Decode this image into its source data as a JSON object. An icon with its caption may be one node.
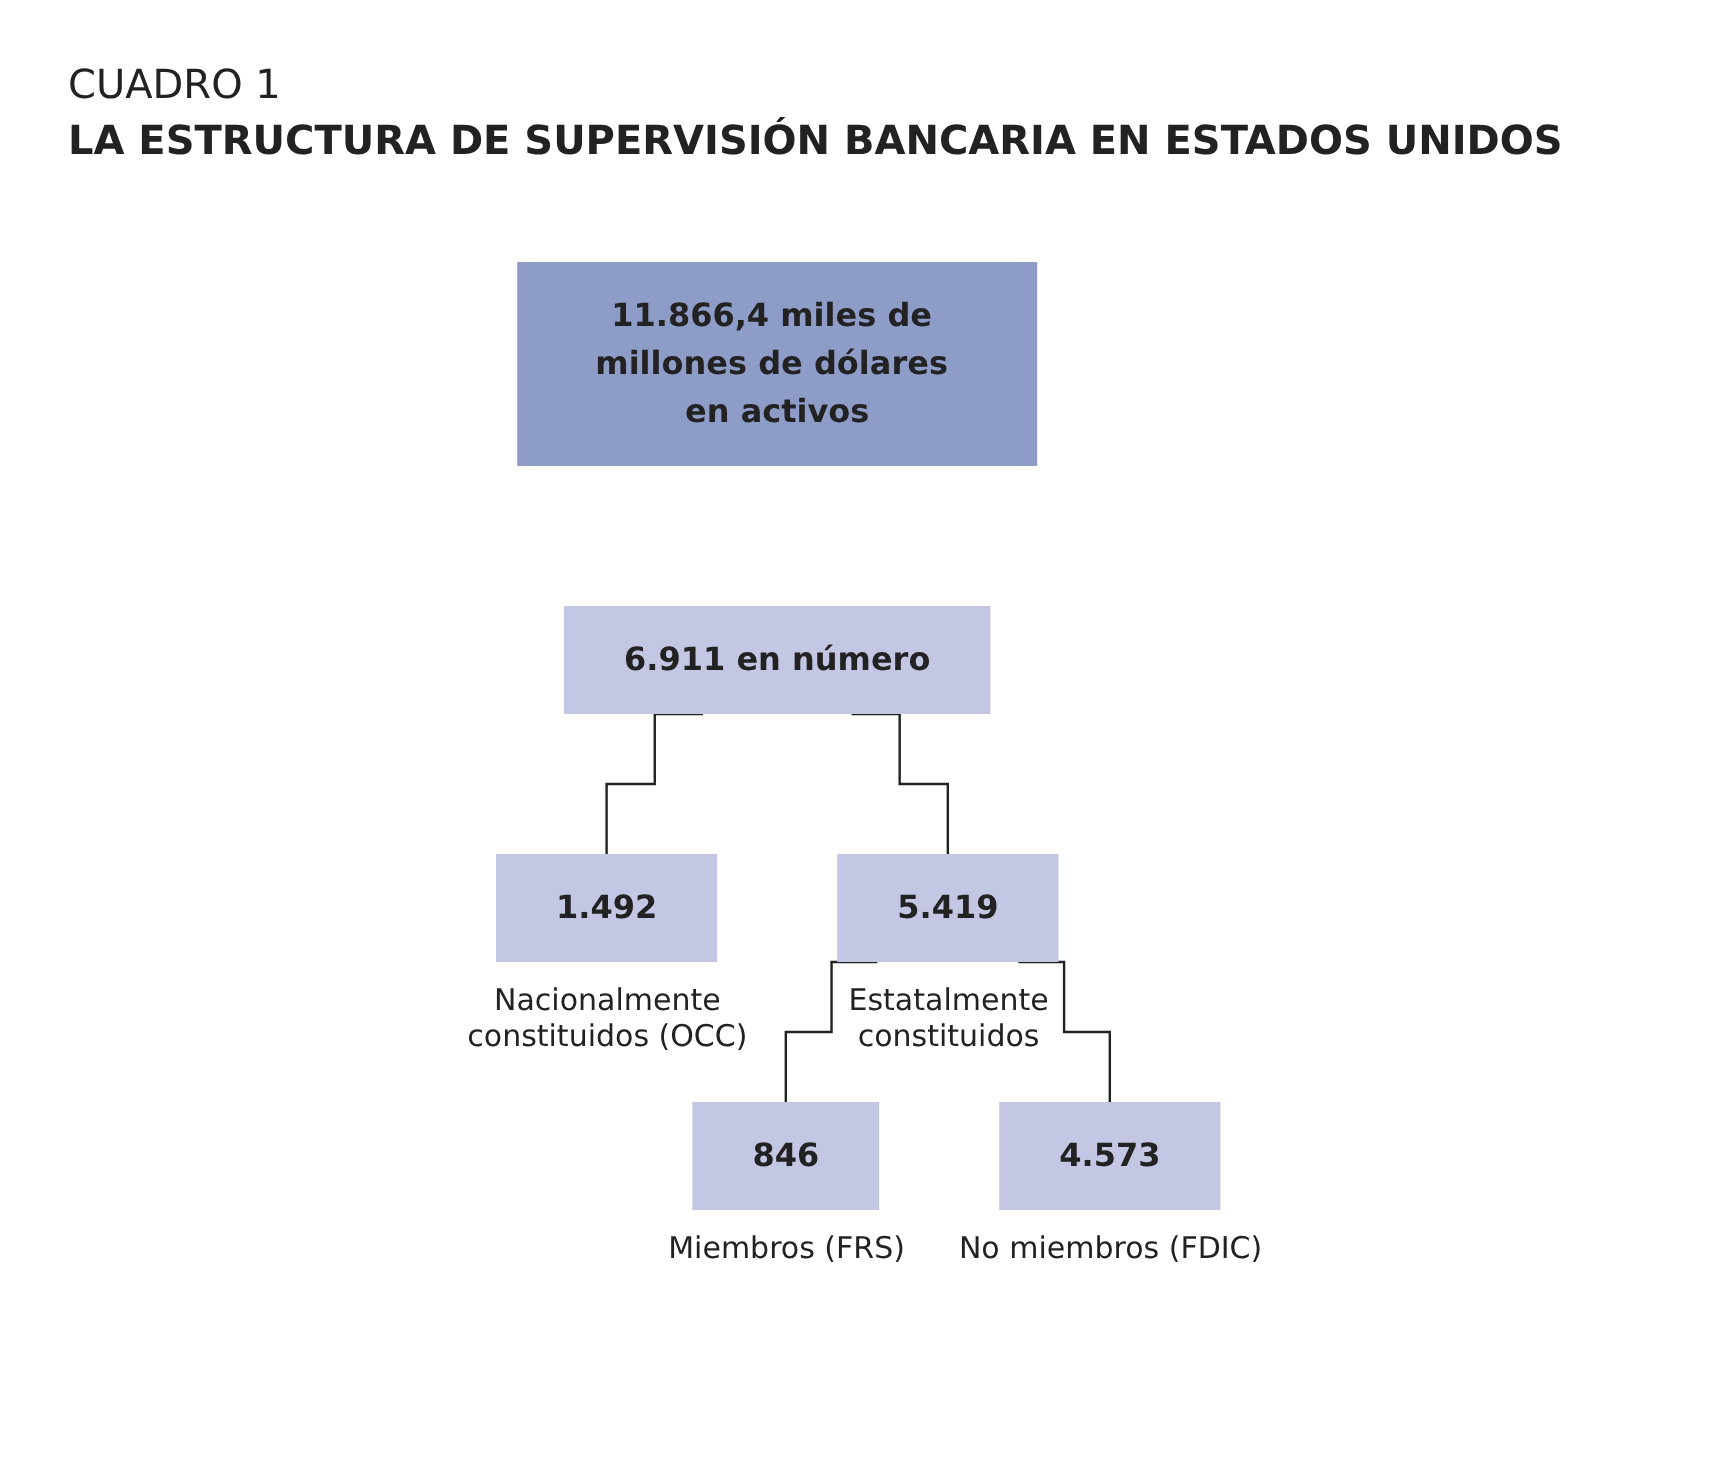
{
  "diagram": {
    "title": "LA ESTRUCTURA DE SUPERVISIÓN BANCARIA EN ESTADOS UNIDOS",
    "nodes": [
      {
        "text": [
          "11.866,4 miles de millones de dólares en activos"
        ]
      },
      {
        "text": [
          "6.911 en número"
        ]
      },
      {
        "text": [
          "1.492"
        ],
        "beside": [
          "Nacionalmente constituidos (OCC)"
        ]
      },
      {
        "text": [
          "5.419"
        ],
        "beside": [
          "Estatalmente constituidos"
        ]
      },
      {
        "text": [
          "846"
        ],
        "beside": [
          "Miembros (FRS)"
        ]
      },
      {
        "text": [
          "4.573"
        ],
        "beside": [
          "No miembros (FDIC)"
        ]
      }
    ],
    "edges": [
      {
        "from": 1,
        "to": 2,
        "arrow": "none"
      },
      {
        "from": 1,
        "to": 3,
        "arrow": "none"
      },
      {
        "from": 3,
        "to": 4,
        "arrow": "none"
      },
      {
        "from": 3,
        "to": 5,
        "arrow": "none"
      }
    ],
    "labels": [
      "CUADRO 1"
    ]
  }
}
